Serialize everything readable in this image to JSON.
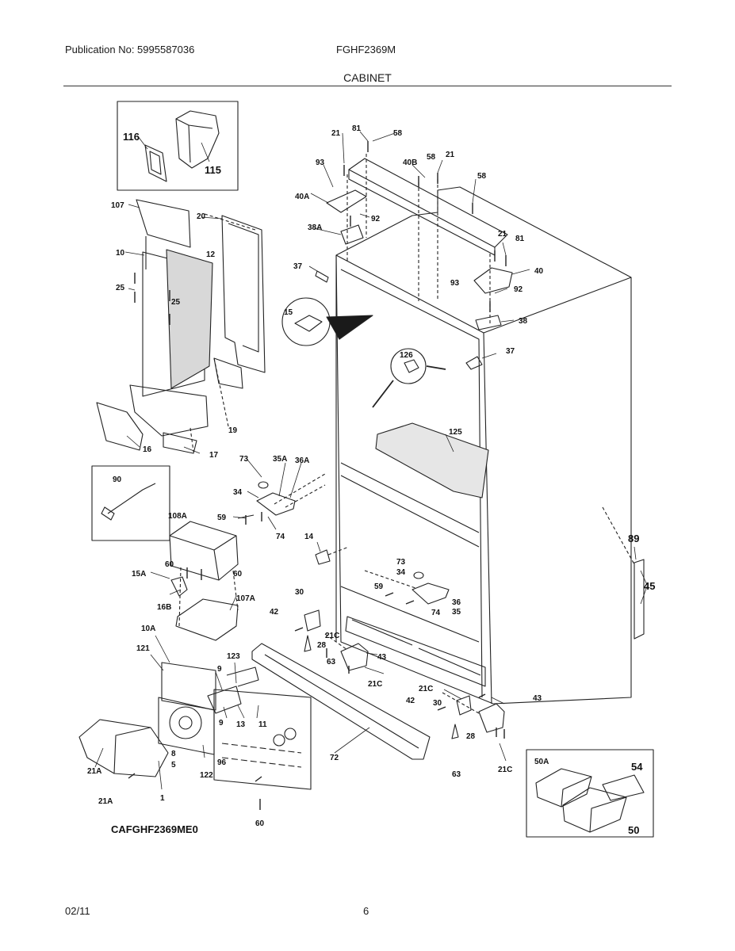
{
  "header": {
    "publication": "Publication No: 5995587036",
    "model": "FGHF2369M",
    "section": "CABINET"
  },
  "diagram": {
    "code": "CAFGHF2369ME0",
    "callouts": {
      "c116": "116",
      "c115": "115",
      "c107": "107",
      "c20": "20",
      "c10": "10",
      "c12": "12",
      "c25a": "25",
      "c25b": "25",
      "c19": "19",
      "c16": "16",
      "c17": "17",
      "c90": "90",
      "c108A": "108A",
      "c15A": "15A",
      "c60a": "60",
      "c60b": "60",
      "c16B": "16B",
      "c107A": "107A",
      "c10A": "10A",
      "c121": "121",
      "c123": "123",
      "c9a": "9",
      "c9b": "9",
      "c13": "13",
      "c11": "11",
      "c8": "8",
      "c5": "5",
      "c96": "96",
      "c122": "122",
      "c1": "1",
      "c21Aa": "21A",
      "c21Ab": "21A",
      "c60c": "60",
      "c72": "72",
      "c21a": "21",
      "c81a": "81",
      "c58a": "58",
      "c93a": "93",
      "c40B": "40B",
      "c58b": "58",
      "c21b": "21",
      "c58c": "58",
      "c40A": "40A",
      "c92a": "92",
      "c38A": "38A",
      "c37a": "37",
      "c15": "15",
      "c21c": "21",
      "c81b": "81",
      "c40": "40",
      "c93b": "93",
      "c92b": "92",
      "c38": "38",
      "c126": "126",
      "c37b": "37",
      "c125": "125",
      "c73a": "73",
      "c35A": "35A",
      "c36A": "36A",
      "c34a": "34",
      "c59a": "59",
      "c74a": "74",
      "c14": "14",
      "c89": "89",
      "c45": "45",
      "c73b": "73",
      "c34b": "34",
      "c59b": "59",
      "c36": "36",
      "c74b": "74",
      "c35": "35",
      "c30a": "30",
      "c42a": "42",
      "c21Ca": "21C",
      "c28a": "28",
      "c63a": "63",
      "c43a": "43",
      "c21Cb": "21C",
      "c21Cc": "21C",
      "c42b": "42",
      "c30b": "30",
      "c43b": "43",
      "c28b": "28",
      "c63b": "63",
      "c21Cd": "21C",
      "c50A": "50A",
      "c54": "54",
      "c50": "50"
    }
  },
  "footer": {
    "date": "02/11",
    "page": "6"
  }
}
